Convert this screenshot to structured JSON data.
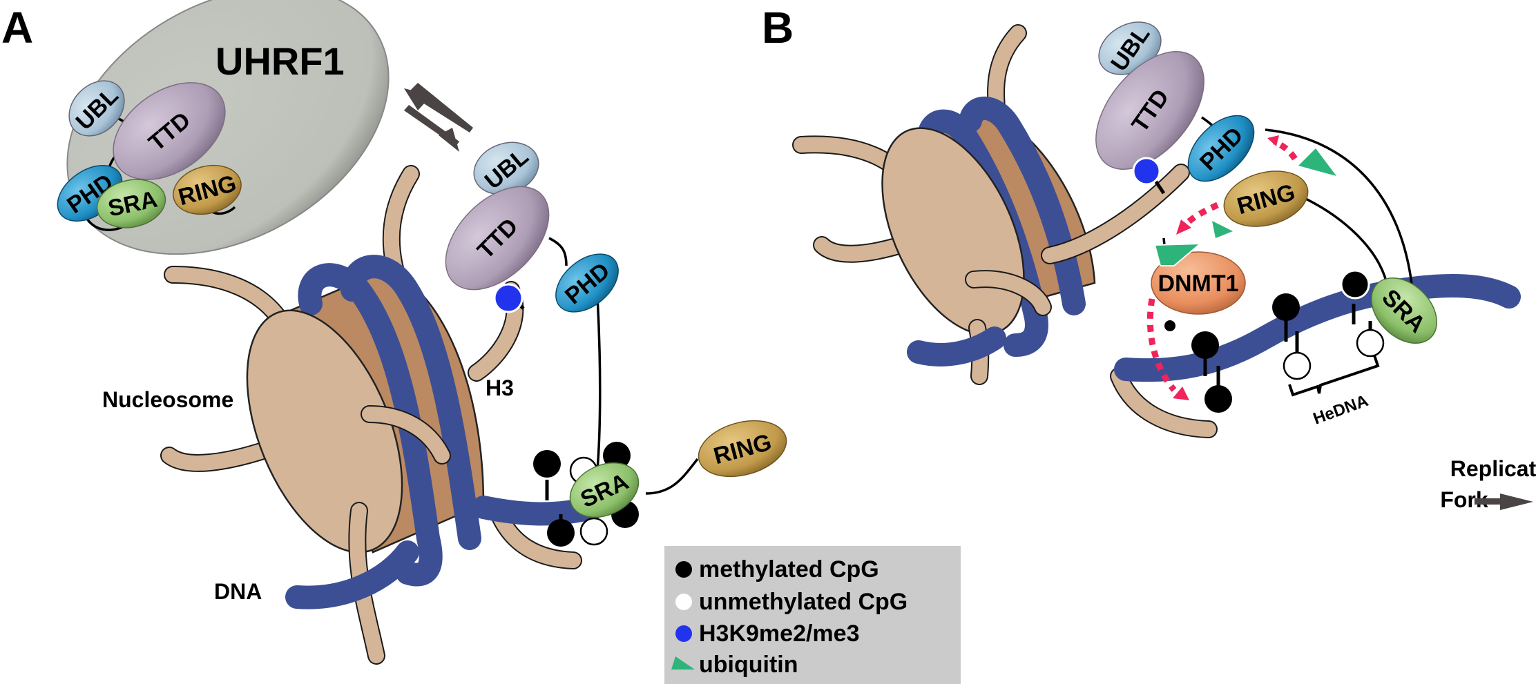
{
  "panels": {
    "a": {
      "letter": "A",
      "complex_title": "UHRF1",
      "closed_domains": [
        "UBL",
        "TTD",
        "PHD",
        "SRA",
        "RING"
      ],
      "bound_domains": [
        "UBL",
        "TTD",
        "PHD",
        "SRA",
        "RING"
      ],
      "labels": {
        "nucleosome": "Nucleosome",
        "h3": "H3",
        "dna": "DNA"
      }
    },
    "b": {
      "letter": "B",
      "domains": [
        "UBL",
        "TTD",
        "PHD",
        "RING",
        "SRA",
        "DNMT1"
      ],
      "labels": {
        "hedna": "HeDNA",
        "replication_line1": "Replication",
        "replication_line2": "Fork"
      }
    }
  },
  "legend": {
    "items": [
      {
        "symbol": "black-circle",
        "label": "methylated CpG"
      },
      {
        "symbol": "white-circle",
        "label": "unmethylated CpG"
      },
      {
        "symbol": "blue-circle",
        "label": "H3K9me2/me3"
      },
      {
        "symbol": "green-triangle",
        "label": "ubiquitin"
      }
    ]
  },
  "colors": {
    "ubl": "#a9c3d6",
    "ttd": "#b09fb8",
    "phd": "#1f8fc4",
    "sra": "#8cc06a",
    "ring": "#c19a4a",
    "dnmt1": "#e98e5e",
    "uhrf1_shell": "#c2c4be",
    "histone_face": "#d4b598",
    "histone_side": "#bb8962",
    "dna": "#3d4f94",
    "h3k9": "#2233ee",
    "ubiquitin": "#2db47a",
    "transfer_arrow": "#f0245a",
    "legend_bg": "#cbcbcb"
  }
}
